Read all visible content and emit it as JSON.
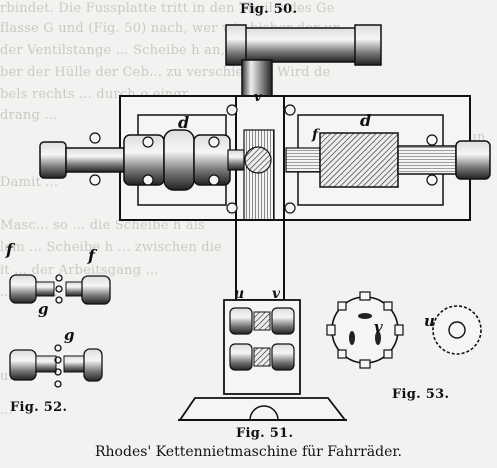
{
  "figures": {
    "fig50": "Fig. 50.",
    "fig51": "Fig. 51.",
    "fig52": "Fig. 52.",
    "fig53": "Fig. 53."
  },
  "caption": "Rhodes' Kettennietmaschine für Fahrräder.",
  "labels": {
    "d_left": "d",
    "d_right": "d",
    "f_center": "f",
    "f52_left": "f",
    "f52_right": "f",
    "g52_top": "g",
    "g52_bottom": "g",
    "v50": "v",
    "u51": "u",
    "v51": "v",
    "v53": "v",
    "u53": "u"
  },
  "background_text": [
    "rbindet. Die Fussplatte tritt in den Theil s des Ge",
    "flasse G und (Fig. 50) nach, wer wie bisher der un",
    "der Ventilstange ... Scheibe h an, um derselb",
    "ber der Hülle der Ceb... zu verschieben. Wird de",
    "bels rechts ... durch o eingr",
    "drang ...",
    "dun",
    "Damit ...",
    "Masc... so ... die Scheibe h als",
    "lem ... Scheibe h ... zwischen die",
    "it ... der Arbeitsgang ...",
    "... des ...",
    "ur ...",
    "..."
  ]
}
